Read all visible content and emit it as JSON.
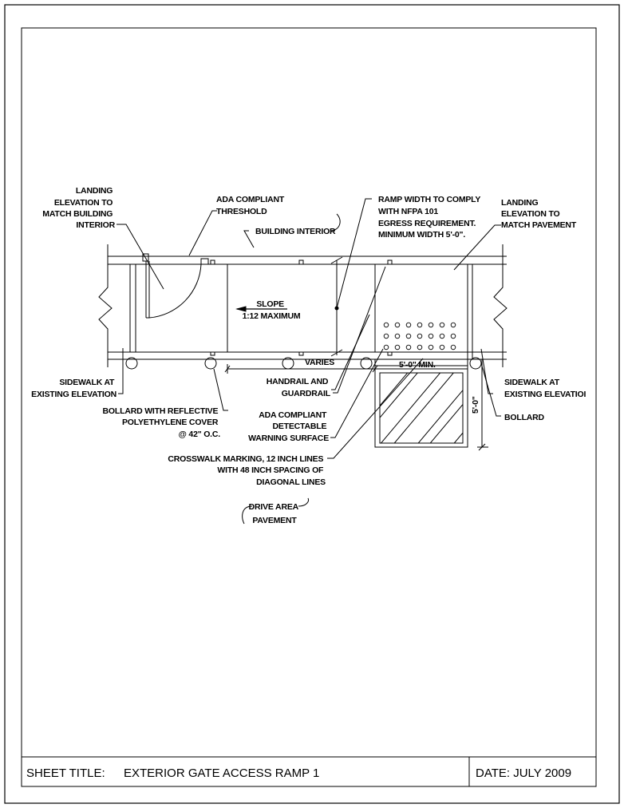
{
  "title_block": {
    "sheet_title_label": "SHEET TITLE:",
    "sheet_title_value": "EXTERIOR GATE ACCESS RAMP 1",
    "date_label": "DATE: JULY 2009"
  },
  "labels": {
    "landing_building": [
      "LANDING",
      "ELEVATION TO",
      "MATCH BUILDING",
      "INTERIOR"
    ],
    "ada_threshold": [
      "ADA COMPLIANT",
      "THRESHOLD"
    ],
    "building_interior": "BUILDING INTERIOR",
    "ramp_width": [
      "RAMP WIDTH TO COMPLY",
      "WITH NFPA 101",
      "EGRESS REQUIREMENT.",
      "MINIMUM WIDTH 5'-0\"."
    ],
    "landing_pavement": [
      "LANDING",
      "ELEVATION TO",
      "MATCH PAVEMENT"
    ],
    "slope": [
      "SLOPE",
      "1:12 MAXIMUM"
    ],
    "varies": "VARIES",
    "five_min": "5'-0\" MIN.",
    "five_vert": "5'-0\"",
    "sidewalk_left": [
      "SIDEWALK AT",
      "EXISTING ELEVATION"
    ],
    "sidewalk_right": [
      "SIDEWALK AT",
      "EXISTING ELEVATIOI"
    ],
    "handrail": [
      "HANDRAIL AND",
      "GUARDRAIL"
    ],
    "bollard_reflective": [
      "BOLLARD WITH REFLECTIVE",
      "POLYETHYLENE COVER",
      "@ 42\" O.C."
    ],
    "ada_warning": [
      "ADA COMPLIANT",
      "DETECTABLE",
      "WARNING SURFACE"
    ],
    "bollard": "BOLLARD",
    "crosswalk": [
      "CROSSWALK MARKING, 12 INCH LINES",
      "WITH 48 INCH SPACING OF",
      "DIAGONAL LINES"
    ],
    "drive_area": [
      "DRIVE AREA",
      "PAVEMENT"
    ]
  }
}
